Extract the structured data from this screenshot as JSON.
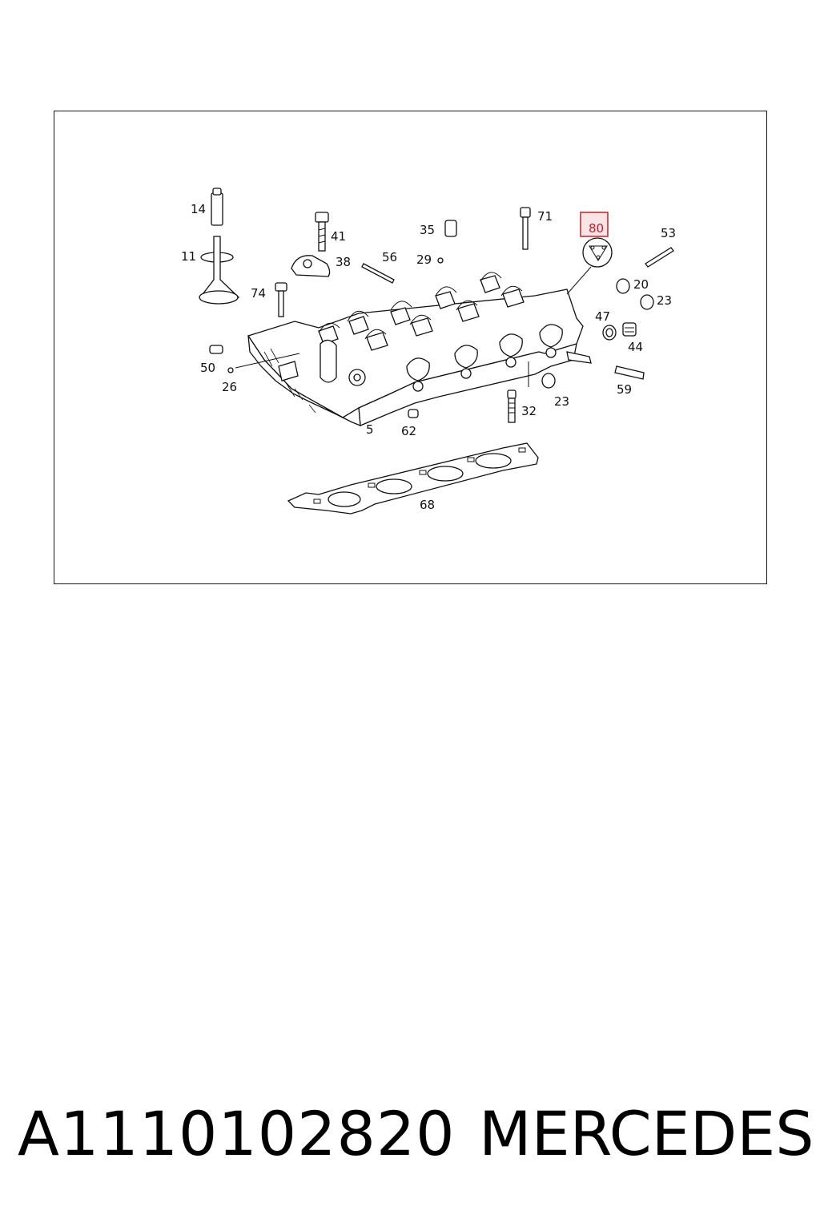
{
  "diagram": {
    "highlighted_callout": "80",
    "highlight_color": "#c0202a",
    "callouts": [
      "14",
      "11",
      "41",
      "35",
      "71",
      "80",
      "53",
      "38",
      "56",
      "29",
      "74",
      "20",
      "23",
      "47",
      "44",
      "50",
      "26",
      "59",
      "23",
      "32",
      "5",
      "62",
      "68"
    ]
  },
  "footer": {
    "part_number": "A1110102820",
    "brand": "MERCEDES"
  }
}
